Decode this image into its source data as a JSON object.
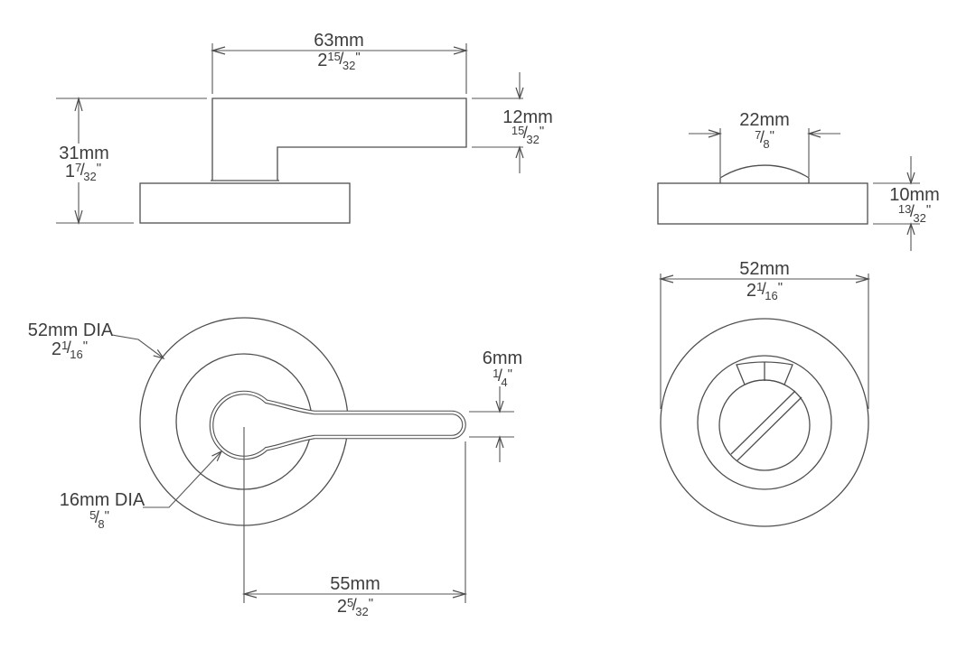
{
  "style": {
    "line_color": "#4f4f4f",
    "text_color": "#3d3d3d",
    "background": "#ffffff"
  },
  "symbols": {
    "slash": "/",
    "inch": "\""
  },
  "views": {
    "lever_side": {
      "description": "lever handle side profile view"
    },
    "thumb_side": {
      "description": "thumbturn rose side profile view"
    },
    "lever_front": {
      "description": "lever handle front view"
    },
    "thumb_front": {
      "description": "thumbturn front view"
    }
  },
  "dims": {
    "d63": {
      "metric": "63mm",
      "whole": "2",
      "num": "15",
      "den": "32"
    },
    "d12": {
      "metric": "12mm",
      "whole": "",
      "num": "15",
      "den": "32"
    },
    "d31": {
      "metric": "31mm",
      "whole": "1",
      "num": "7",
      "den": "32"
    },
    "d22": {
      "metric": "22mm",
      "whole": "",
      "num": "7",
      "den": "8"
    },
    "d10": {
      "metric": "10mm",
      "whole": "",
      "num": "13",
      "den": "32"
    },
    "d52dia": {
      "metric": "52mm DIA",
      "whole": "2",
      "num": "1",
      "den": "16"
    },
    "d16dia": {
      "metric": "16mm DIA",
      "whole": "",
      "num": "5",
      "den": "8"
    },
    "d6": {
      "metric": "6mm",
      "whole": "",
      "num": "1",
      "den": "4"
    },
    "d55": {
      "metric": "55mm",
      "whole": "2",
      "num": "5",
      "den": "32"
    },
    "d52": {
      "metric": "52mm",
      "whole": "2",
      "num": "1",
      "den": "16"
    }
  }
}
